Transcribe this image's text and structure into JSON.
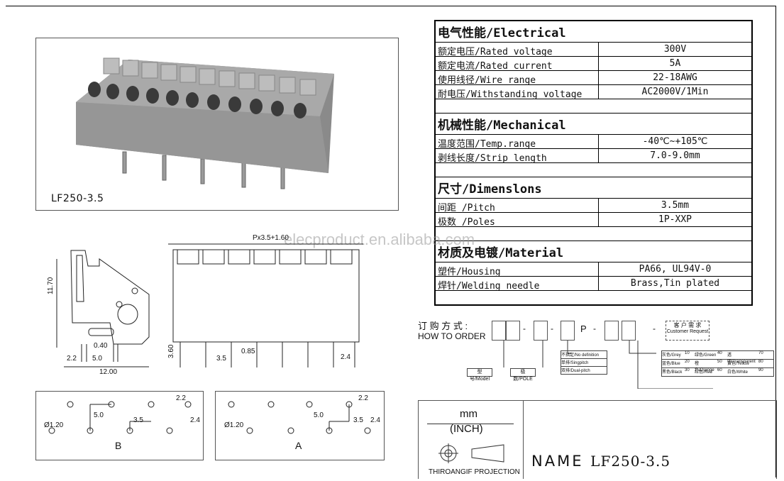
{
  "photo": {
    "caption": "LF250-3.5"
  },
  "watermark": "elecproduct.en.alibaba.com",
  "spec": {
    "electrical": {
      "header": "电气性能/Electrical",
      "rows": [
        {
          "label": "额定电压/Rated voltage",
          "value": "300V"
        },
        {
          "label": "额定电流/Rated current",
          "value": "5A"
        },
        {
          "label": "使用线径/Wire range",
          "value": "22-18AWG"
        },
        {
          "label": "耐电压/Withstanding voltage",
          "value": "AC2000V/1Min"
        }
      ]
    },
    "mechanical": {
      "header": "机械性能/Mechanical",
      "rows": [
        {
          "label": "温度范围/Temp.range",
          "value": "-40℃~+105℃"
        },
        {
          "label": "剥线长度/Strip length",
          "value": "7.0-9.0mm"
        }
      ]
    },
    "dimensions": {
      "header": "尺寸/Dimenslons",
      "rows": [
        {
          "label": "间距 /Pitch",
          "value": "3.5mm"
        },
        {
          "label": "极数 /Poles",
          "value": "1P-XXP"
        }
      ]
    },
    "material": {
      "header": "材质及电镀/Material",
      "rows": [
        {
          "label": "塑件/Housing",
          "value": "PA66, UL94V-0"
        },
        {
          "label": "焊针/Welding needle",
          "value": "Brass,Tin plated"
        }
      ]
    }
  },
  "drawing": {
    "side": {
      "height": "11.70",
      "d040": "0.40",
      "d22": "2.2",
      "d50": "5.0",
      "width": "12.00"
    },
    "front": {
      "top": "Px3.5+1.60",
      "d360": "3.60",
      "d35": "3.5",
      "d085": "0.85",
      "d24": "2.4"
    },
    "pcb_b": {
      "label": "B",
      "hole": "Ø1.20",
      "d50": "5.0",
      "d35": "3.5",
      "d22": "2.2",
      "d24": "2.4"
    },
    "pcb_a": {
      "label": "A",
      "hole": "Ø1.20",
      "d50": "5.0",
      "d35": "3.5",
      "d22": "2.2",
      "d24": "2.4"
    }
  },
  "order": {
    "title": "订 购 方 式 :",
    "subtitle": "HOW TO ORDER",
    "p": "P",
    "customer_cn": "客 户 需 求",
    "customer_en": "Customer Request",
    "model": "型号/Model",
    "pole": "极数/POLE",
    "pitch_opts": [
      "不指定/No definition",
      "单排/Singpitch",
      "双排/Dual-pitch"
    ],
    "colors": [
      [
        "灰色/Grey",
        "10",
        "绿色/Green",
        "40",
        "透明/Transparent",
        "70"
      ],
      [
        "蓝色/Blue",
        "20",
        "橙色/Orange",
        "50",
        "黄色/Yellow",
        "80"
      ],
      [
        "黑色/Black",
        "30",
        "红色/Red",
        "60",
        "白色/White",
        "90"
      ]
    ]
  },
  "titleblock": {
    "unit_mm": "mm",
    "unit_inch": "(INCH)",
    "projection": "THIROANGIF PROJECTION",
    "name_label": "NAME",
    "part": "LF250-3.5"
  }
}
